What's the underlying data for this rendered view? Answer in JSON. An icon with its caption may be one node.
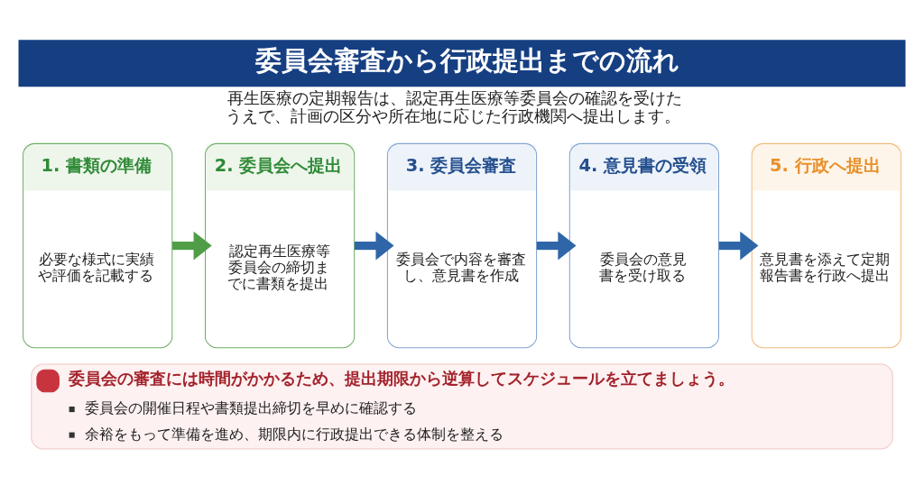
{
  "diagram": {
    "title": "委員会審査から行政提出までの流れ",
    "nodes": [
      {
        "text": [
          "1. 書類の準備",
          "必要な様式に実績や評価を記載する"
        ]
      },
      {
        "text": [
          "2. 委員会へ提出",
          "認定再生医療等委員会の締切までに書類を提出"
        ]
      },
      {
        "text": [
          "3. 委員会審査",
          "委員会で内容を審査し、意見書を作成"
        ]
      },
      {
        "text": [
          "4. 意見書の受領",
          "委員会の意見書を受け取る"
        ]
      },
      {
        "text": [
          "5. 行政へ提出",
          "意見書を添えて定期報告書を行政へ提出"
        ]
      },
      {
        "text": [
          "委員会の審査には時間がかかるため、提出期限から逆算してスケジュールを立てましょう。",
          "委員会の開催日程や書類提出締切を早めに確認する",
          "余裕をもって準備を進め、期限内に行政提出できる体制を整える"
        ]
      }
    ],
    "edges": [
      {
        "from": 0,
        "to": 1,
        "arrow": "to",
        "color": "#4f9e47"
      },
      {
        "from": 1,
        "to": 2,
        "arrow": "to"
      },
      {
        "from": 2,
        "to": 3,
        "arrow": "to"
      },
      {
        "from": 3,
        "to": 4,
        "arrow": "to"
      }
    ],
    "labels": [
      "再生医療の定期報告は、認定再生医療等委員会の確認を受けたうえで、計画の区分や所在地に応じた行政機関へ提出します。"
    ]
  }
}
